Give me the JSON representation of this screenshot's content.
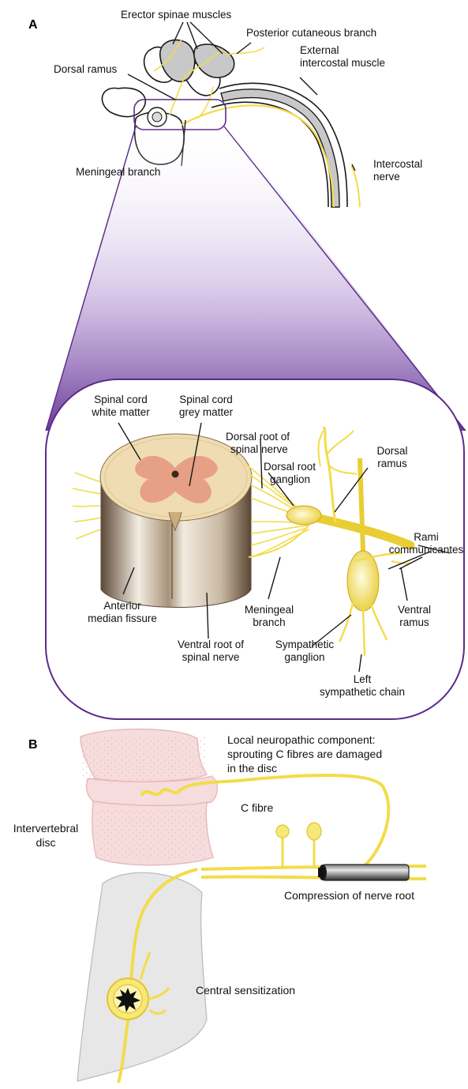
{
  "panels": {
    "a": "A",
    "b": "B"
  },
  "colors": {
    "nerve": "#f2dc4a",
    "nerve_dark": "#c9a91c",
    "outline": "#1a1a1a",
    "muscle_grey": "#c8c8c8",
    "zoom_purple": "#5a2a8a",
    "bone_pink": "#f6dcdc",
    "spine_grey": "#e7e7e7"
  },
  "panel_a": {
    "erector_spinae": "Erector spinae muscles",
    "posterior_cutaneous": "Posterior cutaneous branch",
    "external_intercostal_1": "External",
    "external_intercostal_2": "intercostal muscle",
    "dorsal_ramus_top": "Dorsal ramus",
    "meningeal_branch_top": "Meningeal branch",
    "intercostal_nerve_1": "Intercostal",
    "intercostal_nerve_2": "nerve",
    "cord_white_1": "Spinal cord",
    "cord_white_2": "white matter",
    "cord_grey_1": "Spinal cord",
    "cord_grey_2": "grey matter",
    "dorsal_root_1": "Dorsal root of",
    "dorsal_root_2": "spinal nerve",
    "dorsal_ramus_1": "Dorsal",
    "dorsal_ramus_2": "ramus",
    "drg_1": "Dorsal root",
    "drg_2": "ganglion",
    "rami_1": "Rami",
    "rami_2": "communicantes",
    "anterior_1": "Anterior",
    "anterior_2": "median fissure",
    "meningeal_1": "Meningeal",
    "meningeal_2": "branch",
    "ventral_root_1": "Ventral root of",
    "ventral_root_2": "spinal nerve",
    "sympathetic_ganglion_1": "Sympathetic",
    "sympathetic_ganglion_2": "ganglion",
    "ventral_ramus_1": "Ventral",
    "ventral_ramus_2": "ramus",
    "left_chain_1": "Left",
    "left_chain_2": "sympathetic chain"
  },
  "panel_b": {
    "local_1": "Local neuropathic component:",
    "local_2": "sprouting C fibres are damaged",
    "local_3": "in the disc",
    "c_fibre": "C fibre",
    "disc_1": "Intervertebral",
    "disc_2": "disc",
    "compression": "Compression of nerve root",
    "central": "Central sensitization"
  }
}
